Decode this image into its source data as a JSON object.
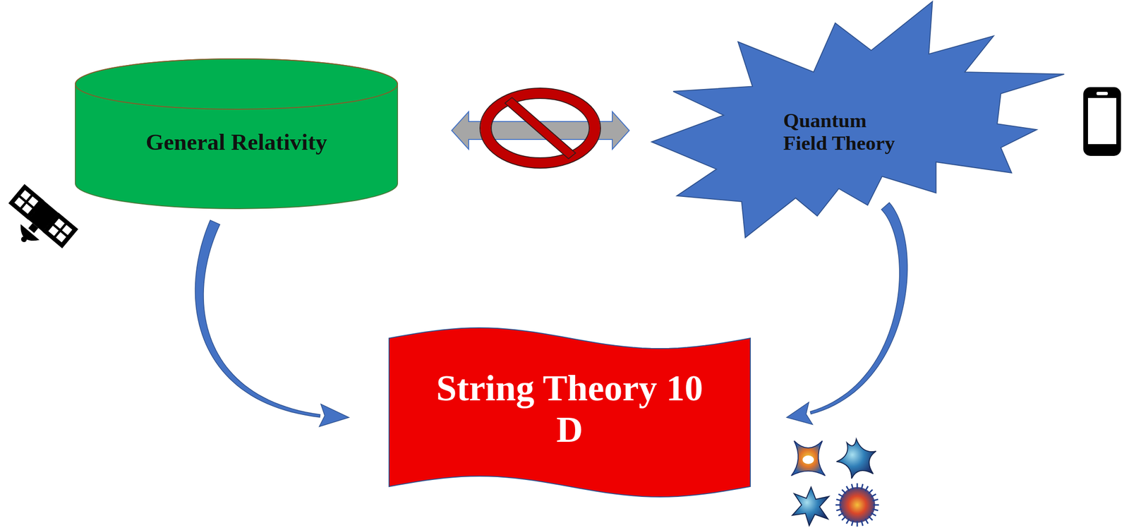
{
  "diagram": {
    "nodes": [
      {
        "text": [
          "General Relativity"
        ]
      },
      {
        "text": [
          "Quantum Field Theory"
        ]
      },
      {
        "text": [
          "String Theory 10 D"
        ]
      }
    ],
    "edges": [
      {
        "from": 0,
        "to": 1,
        "arrow": "both"
      },
      {
        "from": 0,
        "to": 2,
        "arrow": "to"
      },
      {
        "from": 1,
        "to": 2,
        "arrow": "to"
      }
    ]
  }
}
